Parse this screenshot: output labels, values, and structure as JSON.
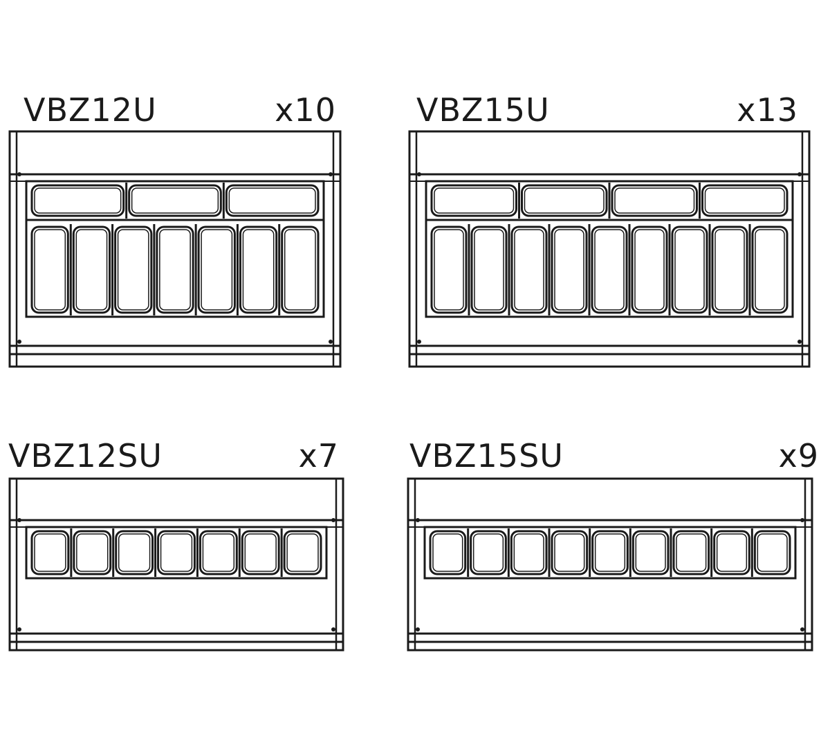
{
  "panels": [
    {
      "model": "VBZ12U",
      "count": "x10",
      "variant": "full",
      "top_pans": 3,
      "bottom_pans": 7
    },
    {
      "model": "VBZ15U",
      "count": "x13",
      "variant": "full",
      "top_pans": 4,
      "bottom_pans": 9
    },
    {
      "model": "VBZ12SU",
      "count": "x7",
      "variant": "short",
      "top_pans": 0,
      "bottom_pans": 7
    },
    {
      "model": "VBZ15SU",
      "count": "x9",
      "variant": "short",
      "top_pans": 0,
      "bottom_pans": 9
    }
  ],
  "colors": {
    "line": "#1a1a1a",
    "background": "#ffffff"
  }
}
